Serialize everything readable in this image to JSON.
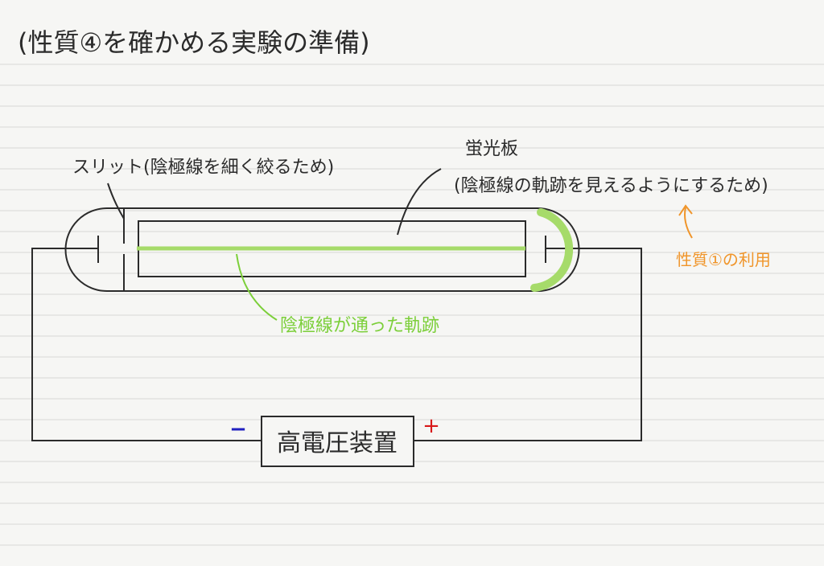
{
  "title": "(性質④を確かめる実験の準備)",
  "labels": {
    "slit": "スリット(陰極線を細く絞るため)",
    "screen": "蛍光板",
    "screen_note": "(陰極線の軌跡を見えるようにするため)",
    "property_note": "性質①の利用",
    "beam_path": "陰極線が通った軌跡",
    "device": "高電圧装置",
    "minus": "−",
    "plus": "+"
  },
  "colors": {
    "ink": "#2b2b2b",
    "notebook_line": "#d8d8d6",
    "beam": "#a6db6a",
    "beam_label": "#7ccf3a",
    "orange_note": "#f0952a",
    "minus": "#2020c0",
    "plus": "#d81818"
  }
}
